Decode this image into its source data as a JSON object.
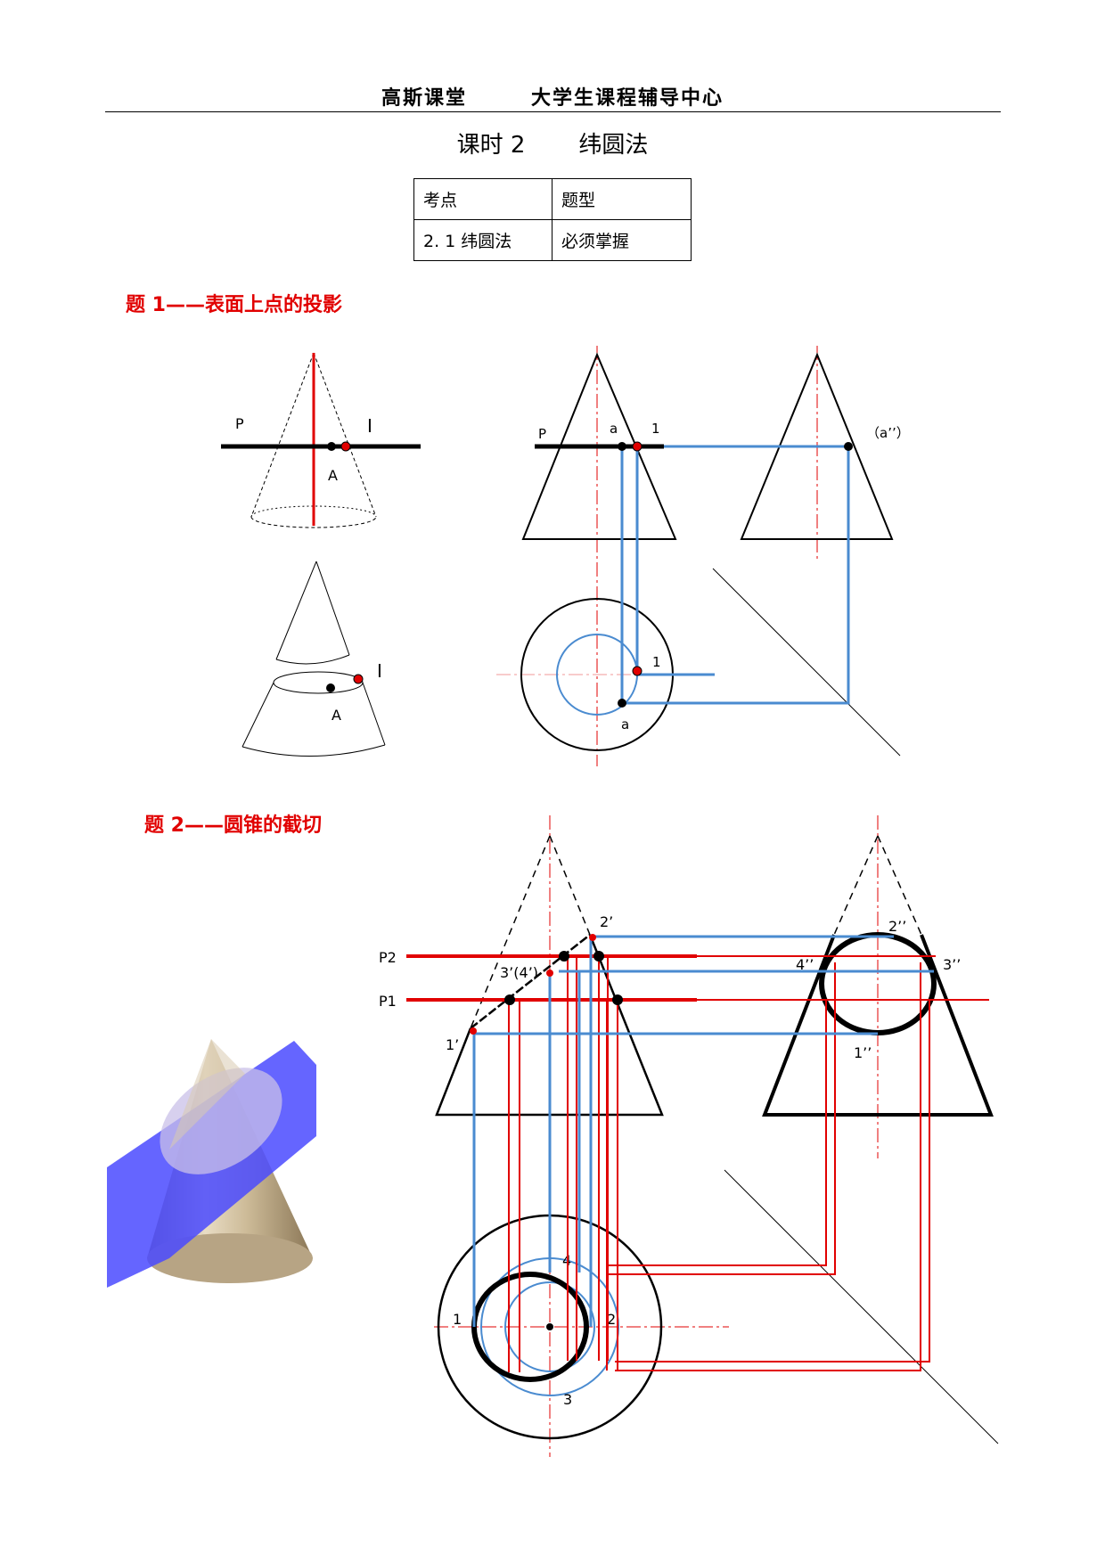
{
  "header": {
    "left": "高斯课堂",
    "right": "大学生课程辅导中心"
  },
  "lesson": {
    "number": "课时 2",
    "title": "纬圆法"
  },
  "table": {
    "headers": [
      "考点",
      "题型"
    ],
    "rows": [
      [
        "2. 1 纬圆法",
        "必须掌握"
      ]
    ]
  },
  "problem1": {
    "title": "题 1——表面上点的投影",
    "labels": {
      "p_iso": "P",
      "roman_iso": "I",
      "a_iso": "A",
      "roman_iso2": "I",
      "a_iso2": "A",
      "p_front": "P",
      "a_front": "a",
      "one_front": "1",
      "a_side": "（a’’）",
      "one_top": "1",
      "a_top": "a"
    }
  },
  "problem2": {
    "title": "题 2——圆锥的截切",
    "labels": {
      "p2": "P2",
      "p1": "P1",
      "pt2f": "2’",
      "pt34f": "3’(4’)",
      "pt1f": "1’",
      "pt2s": "2’’",
      "pt4s": "4’’",
      "pt3s": "3’’",
      "pt1s": "1’’",
      "pt4t": "4",
      "pt1t": "1",
      "pt2t": "2",
      "pt3t": "3"
    }
  },
  "colors": {
    "accent_red": "#e10000",
    "projection_blue": "#4a8bd0",
    "plane_blue": "#4a4aff"
  }
}
